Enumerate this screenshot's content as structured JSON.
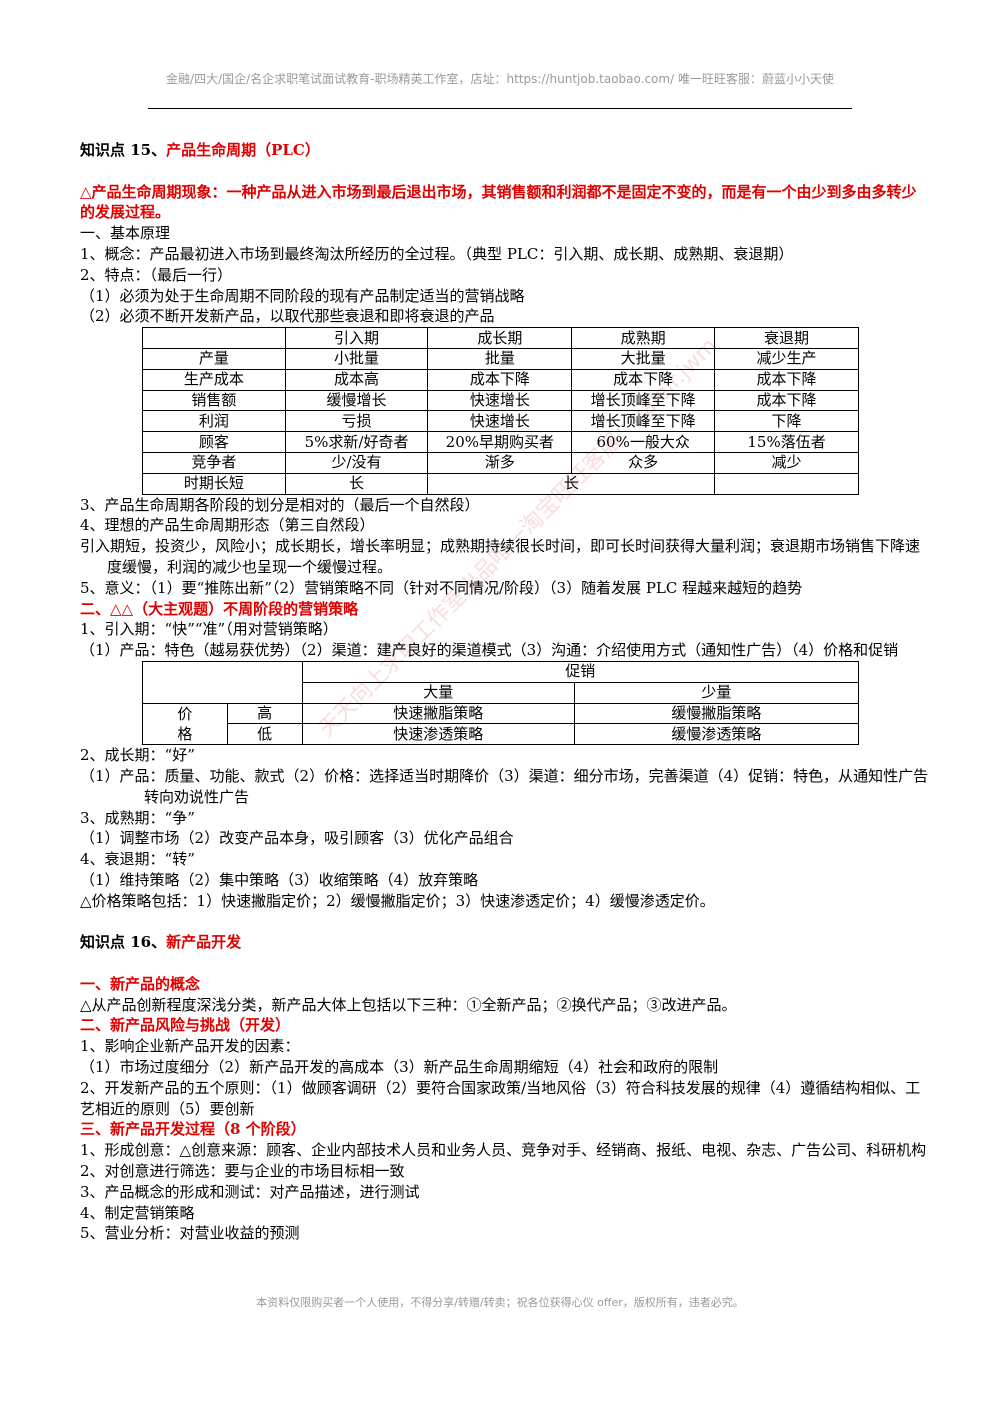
{
  "header": {
    "text": "金融/四大/国企/名企求职笔试面试教育-职场精英工作室，店址：https://huntjob.taobao.com/ 唯一旺旺客服：蔚蓝小小天使"
  },
  "footer": {
    "text": "本资料仅限购买者一个人使用，不得分享/转赠/转卖；祝各位获得心仪 offer，版权所有，违者必究。"
  },
  "watermark": "天天向上求职工作室出品唯一淘宝旺旺客服：galeir.jwm",
  "kp15": {
    "prefix": "知识点 15、",
    "title": "产品生命周期（PLC）",
    "intro": "△产品生命周期现象：一种产品从进入市场到最后退出市场，其销售额和利润都不是固定不变的，而是有一个由少到多由多转少的发展过程。",
    "s1_title": "一、基本原理",
    "l1": "1、概念：产品最初进入市场到最终淘汰所经历的全过程。（典型 PLC：引入期、成长期、成熟期、衰退期）",
    "l2": "2、特点：（最后一行）",
    "l2a": "（1）必须为处于生命周期不同阶段的现有产品制定适当的营销战略",
    "l2b": "（2）必须不断开发新产品，以取代那些衰退和即将衰退的产品",
    "table1": {
      "headers": [
        "",
        "引入期",
        "成长期",
        "成熟期",
        "衰退期"
      ],
      "rows": [
        [
          "产量",
          "小批量",
          "批量",
          "大批量",
          "减少生产"
        ],
        [
          "生产成本",
          "成本高",
          "成本下降",
          "成本下降",
          "成本下降"
        ],
        [
          "销售额",
          "缓慢增长",
          "快速增长",
          "增长顶峰至下降",
          "成本下降"
        ],
        [
          "利润",
          "亏损",
          "快速增长",
          "增长顶峰至下降",
          "下降"
        ],
        [
          "顾客",
          "5%求新/好奇者",
          "20%早期购买者",
          "60%一般大众",
          "15%落伍者"
        ],
        [
          "竞争者",
          "少/没有",
          "渐多",
          "众多",
          "减少"
        ]
      ],
      "last_row": {
        "label": "时期长短",
        "short": "长",
        "long": "长"
      }
    },
    "l3": "3、产品生命周期各阶段的划分是相对的（最后一个自然段）",
    "l4": "4、理想的产品生命周期形态（第三自然段）",
    "l4_body": "引入期短，投资少，风险小；成长期长，增长率明显；成熟期持续很长时间，即可长时间获得大量利润；衰退期市场销售下降速度缓慢，利润的减少也呈现一个缓慢过程。",
    "l5": "5、意义：（1）要“推陈出新”（2）营销策略不同（针对不同情况/阶段）（3）随着发展 PLC 程越来越短的趋势",
    "s2_title": "二、△△（大主观题）不周阶段的营销策略",
    "p1": "1、引入期：“快”“准”（用对营销策略）",
    "p1_body": "（1）产品：特色（越易获优势）（2）渠道：建产良好的渠道模式（3）沟通：介绍使用方式（通知性广告）（4）价格和促销",
    "table2": {
      "promo": "促销",
      "high_promo": "大量",
      "low_promo": "少量",
      "price_label": "价格",
      "high": "高",
      "low": "低",
      "cells": [
        [
          "快速撇脂策略",
          "缓慢撇脂策略"
        ],
        [
          "快速渗透策略",
          "缓慢渗透策略"
        ]
      ]
    },
    "p2": "2、成长期：“好”",
    "p2_body": "（1）产品：质量、功能、款式（2）价格：选择适当时期降价（3）渠道：细分市场，完善渠道（4）促销：特色，从通知性广告转向劝说性广告",
    "p3": "3、成熟期：“争”",
    "p3_body": "（1）调整市场（2）改变产品本身，吸引顾客（3）优化产品组合",
    "p4": "4、衰退期：“转”",
    "p4_body": "（1）维持策略（2）集中策略（3）收缩策略（4）放弃策略",
    "pricing": "△价格策略包括：1）快速撇脂定价；2）缓慢撇脂定价；3）快速渗透定价；4）缓慢渗透定价。"
  },
  "kp16": {
    "prefix": "知识点 16、",
    "title": "新产品开发",
    "s1_title": "一、新产品的概念",
    "s1_body": "△从产品创新程度深浅分类，新产品大体上包括以下三种：①全新产品；②换代产品；③改进产品。",
    "s2_title": "二、新产品风险与挑战（开发）",
    "r1": "1、影响企业新产品开发的因素：",
    "r1_body": "（1）市场过度细分（2）新产品开发的高成本（3）新产品生命周期缩短（4）社会和政府的限制",
    "r2": "2、开发新产品的五个原则：（1）做顾客调研（2）要符合国家政策/当地风俗（3）符合科技发展的规律（4）遵循结构相似、工艺相近的原则（5）要创新",
    "s3_title": "三、新产品开发过程（8 个阶段）",
    "d1": "1、形成创意：△创意来源：顾客、企业内部技术人员和业务人员、竞争对手、经销商、报纸、电视、杂志、广告公司、科研机构",
    "d2": "2、对创意进行筛选：要与企业的市场目标相一致",
    "d3": "3、产品概念的形成和测试：对产品描述，进行测试",
    "d4": "4、制定营销策略",
    "d5": "5、营业分析：对营业收益的预测"
  }
}
